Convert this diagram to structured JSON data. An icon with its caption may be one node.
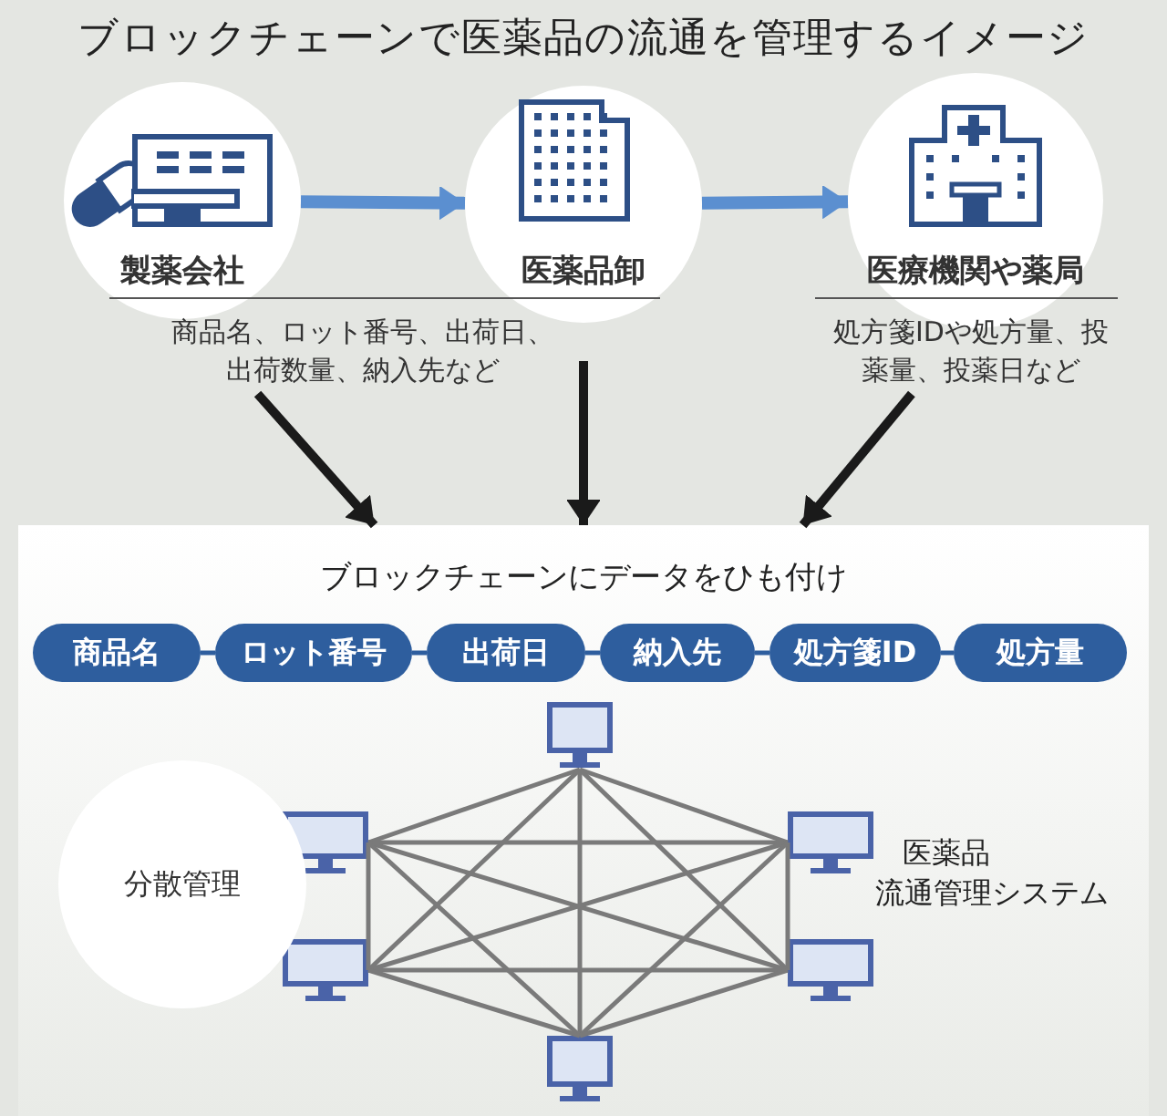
{
  "diagram": {
    "title": "ブロックチェーンで医薬品の流通を管理するイメージ",
    "nodes": [
      {
        "text": [
          "製薬会社"
        ]
      },
      {
        "text": [
          "医薬品卸"
        ]
      },
      {
        "text": [
          "医療機関や薬局"
        ]
      },
      {
        "text": [
          "商品名、ロット番号、出荷日、出荷数量、納入先など"
        ]
      },
      {
        "text": [
          "処方箋IDや処方量、投薬量、投薬日など"
        ]
      },
      {
        "text": [
          "ブロックチェーンにデータをひも付け"
        ]
      },
      {
        "text": [
          "商品名"
        ],
        "in": 5
      },
      {
        "text": [
          "ロット番号"
        ],
        "in": 5
      },
      {
        "text": [
          "出荷日"
        ],
        "in": 5
      },
      {
        "text": [
          "納入先"
        ],
        "in": 5
      },
      {
        "text": [
          "処方箋ID"
        ],
        "in": 5
      },
      {
        "text": [
          "処方量"
        ],
        "in": 5
      },
      {
        "text": [
          "分散管理"
        ],
        "in": 5
      },
      {
        "text": [],
        "shape": "monitor",
        "in": 5
      },
      {
        "text": [],
        "shape": "monitor",
        "in": 5
      },
      {
        "text": [],
        "shape": "monitor",
        "in": 5
      },
      {
        "text": [],
        "shape": "monitor",
        "in": 5
      },
      {
        "text": [],
        "shape": "monitor",
        "in": 5
      },
      {
        "text": [],
        "shape": "monitor",
        "in": 5
      }
    ],
    "edges": [
      {
        "from": 0,
        "to": 1,
        "arrow": "to",
        "style": "thick",
        "color": "#5b8fd0"
      },
      {
        "from": 1,
        "to": 2,
        "arrow": "to",
        "style": "thick",
        "color": "#5b8fd0"
      },
      {
        "from": 3,
        "to": 5,
        "arrow": "to",
        "style": "thick",
        "color": "#1a1a1a"
      },
      {
        "from": null,
        "to": 5,
        "arrow": "to",
        "style": "thick",
        "color": "#1a1a1a"
      },
      {
        "from": 4,
        "to": 5,
        "arrow": "to",
        "style": "thick",
        "color": "#1a1a1a"
      },
      {
        "from": 6,
        "to": 7,
        "arrow": "none",
        "color": "#2e5e9e"
      },
      {
        "from": 7,
        "to": 8,
        "arrow": "none",
        "color": "#2e5e9e"
      },
      {
        "from": 8,
        "to": 9,
        "arrow": "none",
        "color": "#2e5e9e"
      },
      {
        "from": 9,
        "to": 10,
        "arrow": "none",
        "color": "#2e5e9e"
      },
      {
        "from": 10,
        "to": 11,
        "arrow": "none",
        "color": "#2e5e9e"
      },
      {
        "from": 13,
        "to": 14,
        "arrow": "none"
      },
      {
        "from": 13,
        "to": 15,
        "arrow": "none"
      },
      {
        "from": 13,
        "to": 16,
        "arrow": "none"
      },
      {
        "from": 13,
        "to": 17,
        "arrow": "none"
      },
      {
        "from": 13,
        "to": 18,
        "arrow": "none"
      },
      {
        "from": 14,
        "to": 15,
        "arrow": "none"
      },
      {
        "from": 14,
        "to": 16,
        "arrow": "none"
      },
      {
        "from": 14,
        "to": 17,
        "arrow": "none"
      },
      {
        "from": 14,
        "to": 18,
        "arrow": "none"
      },
      {
        "from": 15,
        "to": 16,
        "arrow": "none"
      },
      {
        "from": 15,
        "to": 17,
        "arrow": "none"
      },
      {
        "from": 15,
        "to": 18,
        "arrow": "none"
      },
      {
        "from": 16,
        "to": 17,
        "arrow": "none"
      },
      {
        "from": 16,
        "to": 18,
        "arrow": "none"
      },
      {
        "from": 17,
        "to": 18,
        "arrow": "none"
      }
    ],
    "labels": [
      "医薬品",
      "流通管理システム"
    ]
  }
}
